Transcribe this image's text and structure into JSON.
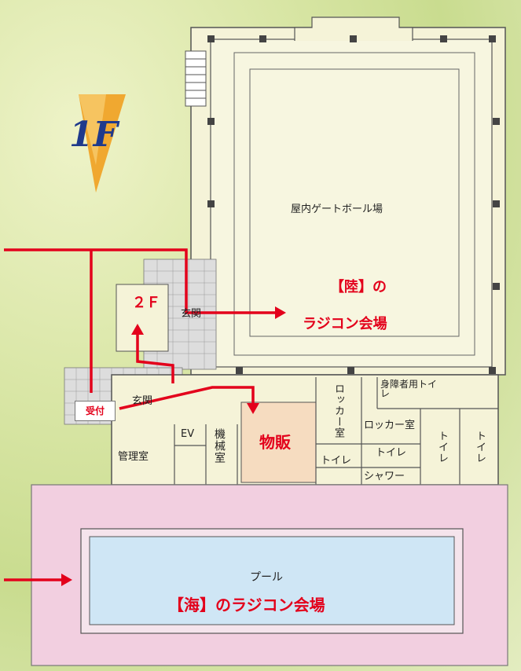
{
  "floor_label": "1F",
  "rooms": {
    "gateball": "屋内ゲートボール場",
    "entrance_top": "玄関",
    "entrance_left": "玄関",
    "floor2": "２Ｆ",
    "reception": "受付",
    "ev": "EV",
    "management": "管理室",
    "machine": "機械室",
    "shop": "物販",
    "locker1": "ロッカー室",
    "locker2": "ロッカー室",
    "accessible_toilet": "身障者用トイレ",
    "toilet_a": "トイレ",
    "toilet_b": "トイレ",
    "toilet_c": "トイレ",
    "toilet_d": "トイレ",
    "shower": "シャワー",
    "pool": "プール"
  },
  "venues": {
    "land_line1": "【陸】の",
    "land_line2": "ラジコン会場",
    "sea": "【海】のラジコン会場"
  },
  "colors": {
    "route": "#e3001b",
    "building_fill": "#f5f3d8",
    "pool_deck": "#f2cfe0",
    "pool_water": "#cfe6f5",
    "shop_fill": "#f6dcc0"
  }
}
